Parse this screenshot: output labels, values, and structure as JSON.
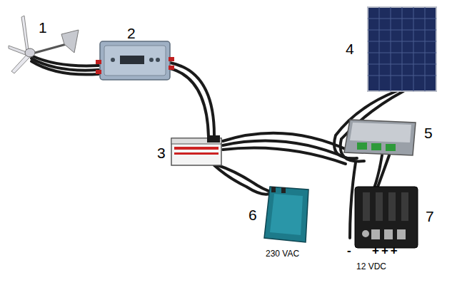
{
  "diagram": {
    "labels": [
      "1",
      "2",
      "3",
      "4",
      "5",
      "6",
      "7",
      "230 VAC",
      "-",
      "+++",
      "12 VDC"
    ]
  }
}
